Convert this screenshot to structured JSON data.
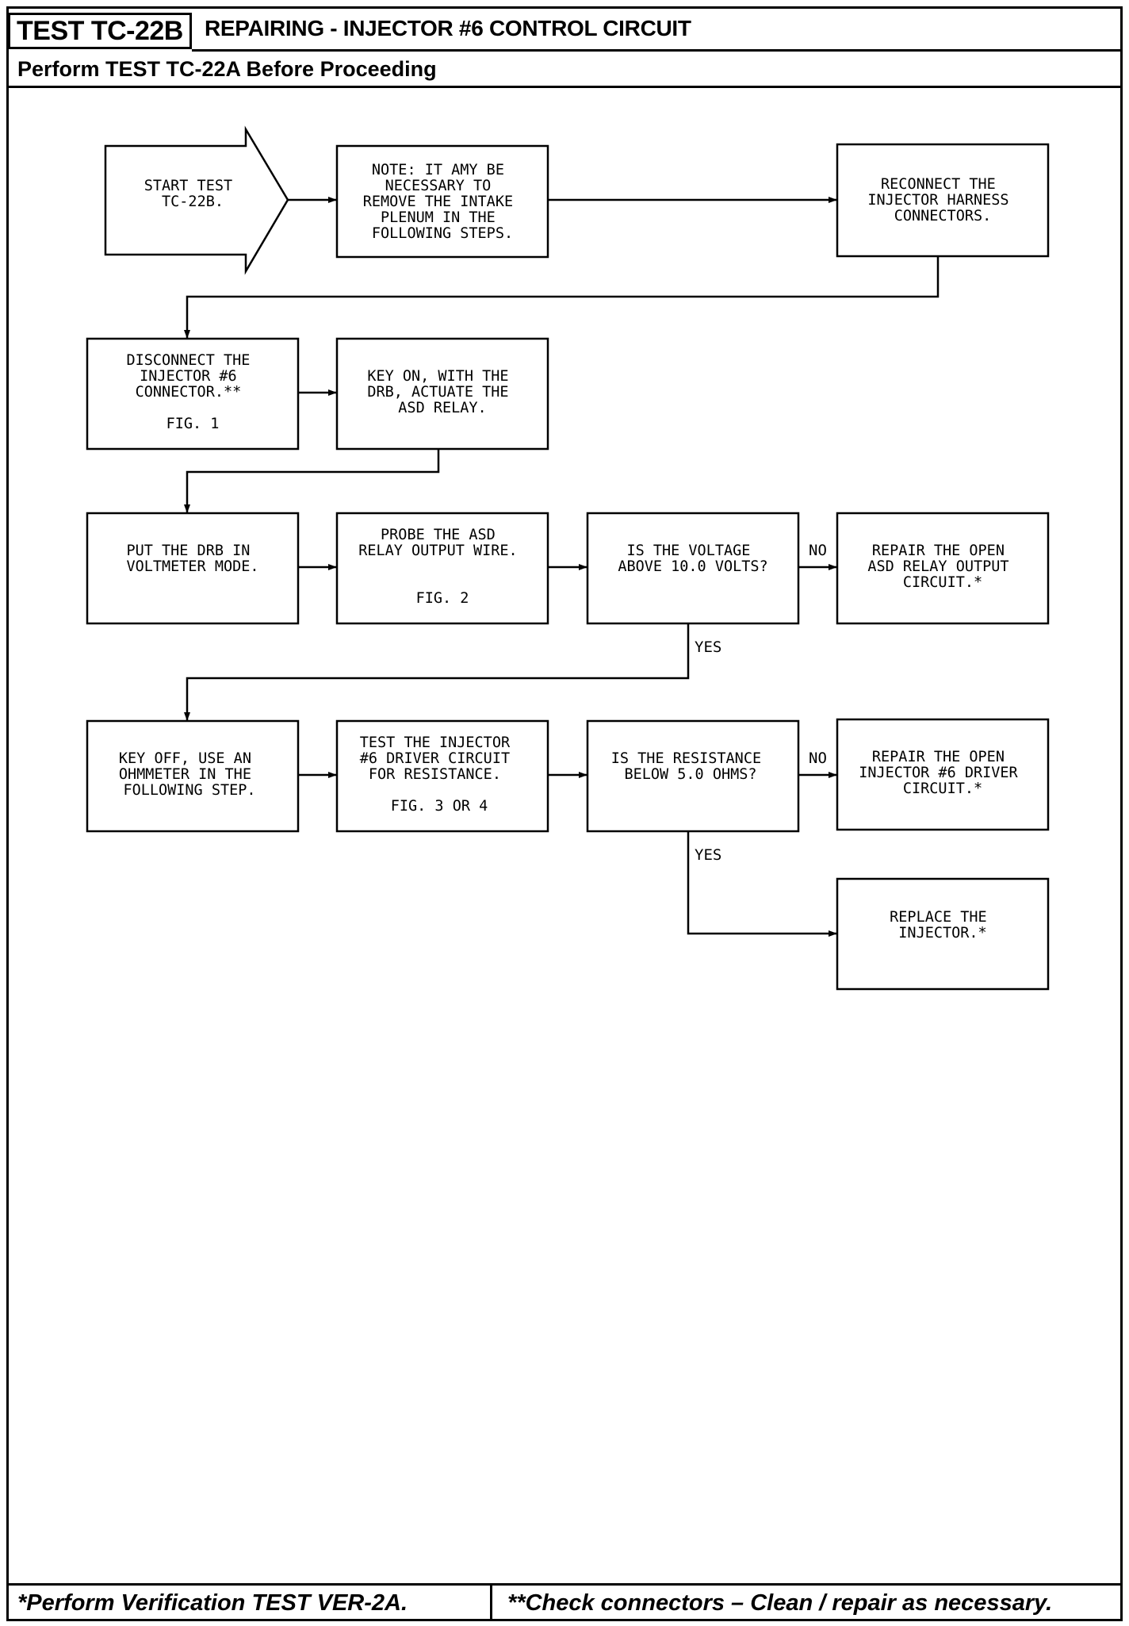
{
  "header": {
    "test_id": "TEST TC-22B",
    "title": "REPAIRING - INJECTOR #6 CONTROL CIRCUIT",
    "subtitle": "Perform TEST TC-22A Before Proceeding"
  },
  "flowchart": {
    "start": {
      "lines": [
        "START TEST",
        "TC-22B."
      ]
    },
    "note": {
      "lines": [
        "NOTE: IT AMY BE",
        "NECESSARY TO",
        "REMOVE THE INTAKE",
        "PLENUM IN THE",
        "FOLLOWING STEPS."
      ]
    },
    "reconnect": {
      "lines": [
        "RECONNECT THE",
        "INJECTOR HARNESS",
        "CONNECTORS."
      ]
    },
    "disconnect": {
      "lines": [
        "DISCONNECT THE",
        "INJECTOR #6",
        "CONNECTOR.**",
        "",
        "FIG. 1"
      ]
    },
    "key_on": {
      "lines": [
        "KEY ON, WITH THE",
        "DRB, ACTUATE THE",
        "ASD RELAY."
      ]
    },
    "put_drb": {
      "lines": [
        "PUT THE DRB IN",
        "VOLTMETER MODE."
      ]
    },
    "probe": {
      "lines": [
        "PROBE THE ASD",
        "RELAY OUTPUT WIRE.",
        "",
        "FIG. 2"
      ]
    },
    "voltage_q": {
      "lines": [
        "IS THE VOLTAGE",
        "ABOVE 10.0 VOLTS?"
      ]
    },
    "repair_asd": {
      "lines": [
        "REPAIR THE OPEN",
        "ASD RELAY OUTPUT",
        "CIRCUIT.*"
      ]
    },
    "key_off": {
      "lines": [
        "KEY OFF, USE AN",
        "OHMMETER IN THE",
        "FOLLOWING STEP."
      ]
    },
    "test_injector": {
      "lines": [
        "TEST THE INJECTOR",
        "#6 DRIVER CIRCUIT",
        "FOR RESISTANCE.",
        "",
        "FIG. 3 OR 4"
      ]
    },
    "resistance_q": {
      "lines": [
        "IS THE RESISTANCE",
        "BELOW 5.0 OHMS?"
      ]
    },
    "repair_driver": {
      "lines": [
        "REPAIR THE OPEN",
        "INJECTOR #6 DRIVER",
        "CIRCUIT.*"
      ]
    },
    "replace": {
      "lines": [
        "REPLACE THE",
        "INJECTOR.*"
      ]
    },
    "labels": {
      "no": "NO",
      "yes": "YES"
    }
  },
  "footer": {
    "left": "*Perform Verification TEST VER-2A.",
    "right": "**Check connectors – Clean / repair as necessary."
  }
}
